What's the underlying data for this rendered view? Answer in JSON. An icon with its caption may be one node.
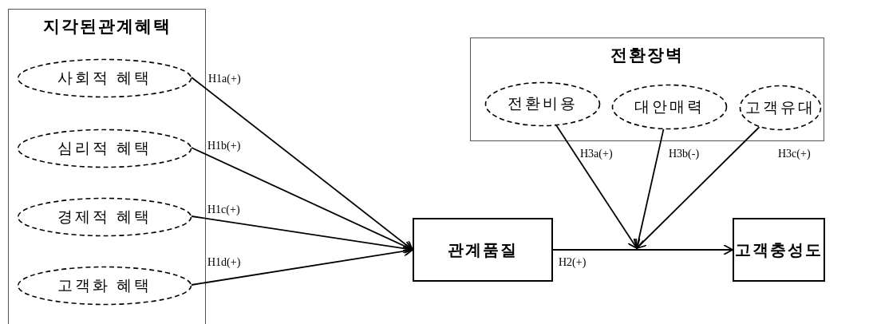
{
  "diagram": {
    "nodes": [
      {
        "text": [
          "지각된관계혜택"
        ]
      },
      {
        "text": [
          "사회적 혜택"
        ],
        "in": 0
      },
      {
        "text": [
          "심리적 혜택"
        ],
        "in": 0
      },
      {
        "text": [
          "경제적 혜택"
        ],
        "in": 0
      },
      {
        "text": [
          "고객화 혜택"
        ],
        "in": 0
      },
      {
        "text": [
          "전환장벽"
        ]
      },
      {
        "text": [
          "전환비용"
        ],
        "in": 5
      },
      {
        "text": [
          "대안매력"
        ],
        "in": 5
      },
      {
        "text": [
          "고객유대"
        ],
        "in": 5
      },
      {
        "text": [
          "관계품질"
        ]
      },
      {
        "text": [
          "고객충성도"
        ]
      }
    ],
    "edges": [
      {
        "from": 1,
        "to": 9,
        "arrow": "to",
        "label": "H1a(+)"
      },
      {
        "from": 2,
        "to": 9,
        "arrow": "to",
        "label": "H1b(+)"
      },
      {
        "from": 3,
        "to": 9,
        "arrow": "to",
        "label": "H1c(+)"
      },
      {
        "from": 4,
        "to": 9,
        "arrow": "to",
        "label": "H1d(+)"
      },
      {
        "from": 9,
        "to": 10,
        "arrow": "to",
        "label": "H2(+)"
      },
      {
        "from": 6,
        "to": null,
        "arrow": "to",
        "label": "H3a(+)"
      },
      {
        "from": 7,
        "to": null,
        "arrow": "to",
        "label": "H3b(-)"
      },
      {
        "from": 8,
        "to": null,
        "arrow": "to",
        "label": "H3c(+)"
      }
    ]
  }
}
